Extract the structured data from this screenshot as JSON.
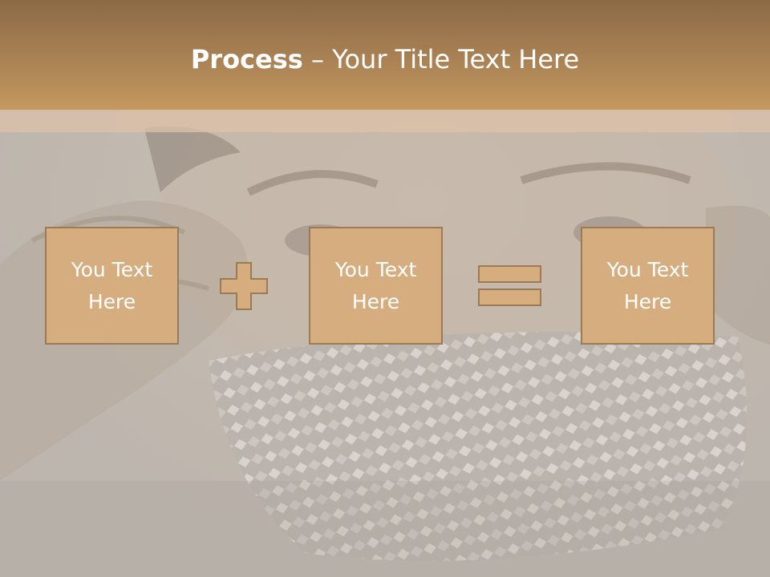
{
  "slide": {
    "title_bold": "Process",
    "title_rest": " – Your Title Text Here",
    "boxes": [
      {
        "text": "You Text Here"
      },
      {
        "text": "You Text Here"
      },
      {
        "text": "You Text Here"
      }
    ],
    "operators": [
      "plus-icon",
      "equals-icon"
    ],
    "colors": {
      "title_bar": "#a47d52",
      "box_fill": "#d6ad7f",
      "box_border": "#9b7a56",
      "text": "#ffffff"
    }
  }
}
